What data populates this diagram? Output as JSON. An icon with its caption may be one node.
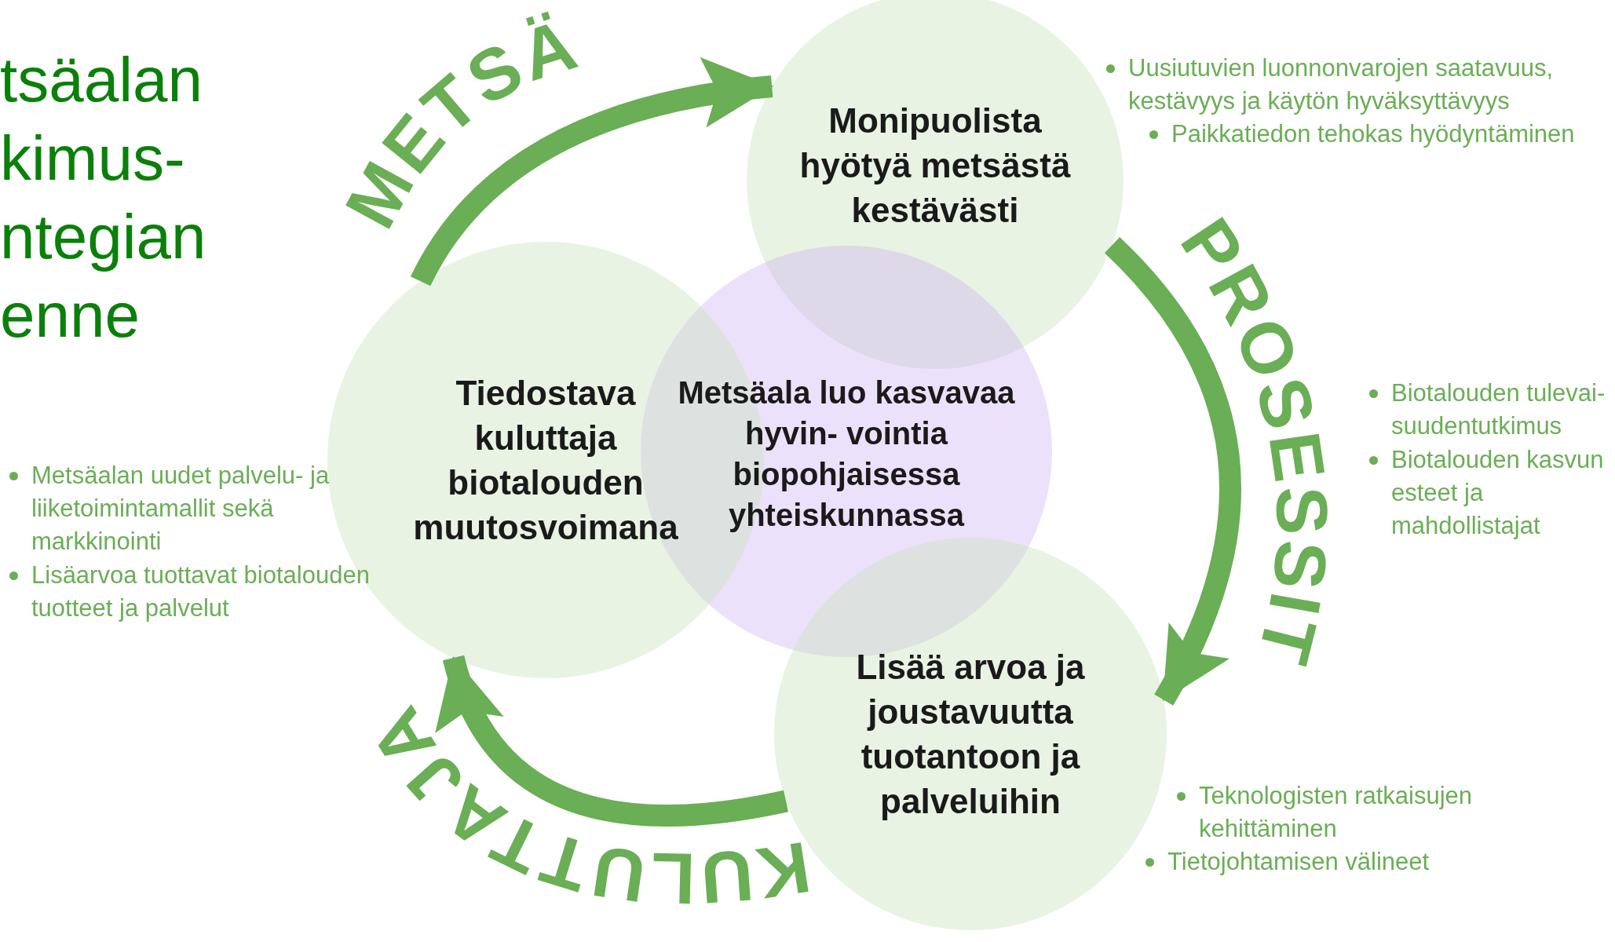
{
  "diagram": {
    "title": "tsäalan kimus- ntegian enne",
    "nodes": [
      {
        "text": [
          "Monipuolista hyötyä metsästä kestävästi"
        ],
        "beside": [
          "Uusiutuvien luonnonvarojen saatavuus, kestävyys ja käytön hyväksyttävyys",
          "Paikkatiedon tehokas hyödyntäminen"
        ]
      },
      {
        "text": [
          "Metsäala luo kasvavaa hyvin- vointia biopohjaisessa yhteiskunnassa"
        ]
      },
      {
        "text": [
          "Tiedostava kuluttaja biotalouden muutosvoimana"
        ],
        "beside": [
          "Metsäalan uudet palvelu- ja liiketoimintamallit sekä markkinointi",
          "Lisäarvoa tuottavat biotalouden tuotteet ja palvelut"
        ]
      },
      {
        "text": [
          "Lisää arvoa ja joustavuutta tuotantoon ja palveluihin"
        ],
        "beside": [
          "Teknologisten ratkaisujen kehittäminen",
          "Tietojohtamisen välineet"
        ]
      }
    ],
    "edges": [
      {
        "from": 2,
        "to": 0,
        "arrow": "to",
        "label": "METSÄ"
      },
      {
        "from": 0,
        "to": 3,
        "arrow": "to",
        "label": "PROSESSIT"
      },
      {
        "from": 3,
        "to": 2,
        "arrow": "to",
        "label": "KULUTTAJA"
      }
    ],
    "labels": [
      "Biotalouden tulevai- suudentutkimus",
      "Biotalouden kasvun esteet ja mahdollistajat"
    ]
  }
}
